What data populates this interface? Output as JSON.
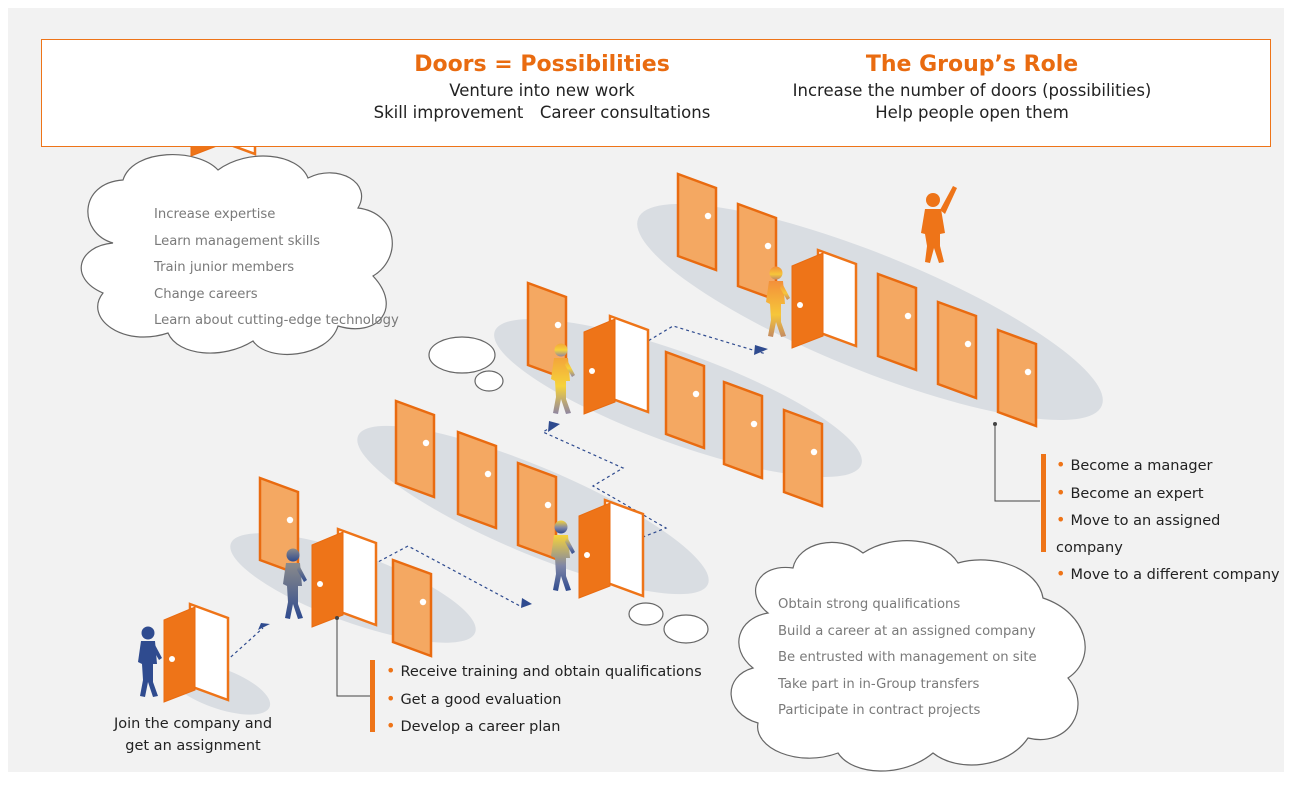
{
  "header": {
    "col1_title": "Doors = Possibilities",
    "col1_line1": "Venture into new work",
    "col1_line2": "Skill improvement Career consultations",
    "col2_title": "The Group’s Role",
    "col2_line1": "Increase the number of doors (possibilities)",
    "col2_line2": "Help people open them"
  },
  "thought_top": [
    "Increase expertise",
    "Learn management skills",
    "Train junior members",
    "Change careers",
    "Learn about cutting-edge technology"
  ],
  "thought_bottom": [
    "Obtain strong qualifications",
    "Build a career at an assigned company",
    "Be entrusted with management on site",
    "Take part in in-Group transfers",
    "Participate in contract projects"
  ],
  "milestones_lower": [
    "Receive training and obtain qualifications",
    "Get a good evaluation",
    "Develop a career plan"
  ],
  "milestones_upper": [
    "Become a manager",
    "Become an expert",
    "Move to an assigned company",
    "Move to a different company"
  ],
  "join_label_line1": "Join the company and",
  "join_label_line2": "get an assignment",
  "icons": [
    "person-icon",
    "door-icon",
    "open-door-icon",
    "thought-cloud-icon",
    "arrow-icon"
  ],
  "colors": {
    "accent": "#ee7418",
    "door_closed": "#f4a862",
    "door_open": "#e96b10",
    "person": "#2f4b8f",
    "platform": "#d9dde2",
    "background": "#f2f2f2"
  }
}
